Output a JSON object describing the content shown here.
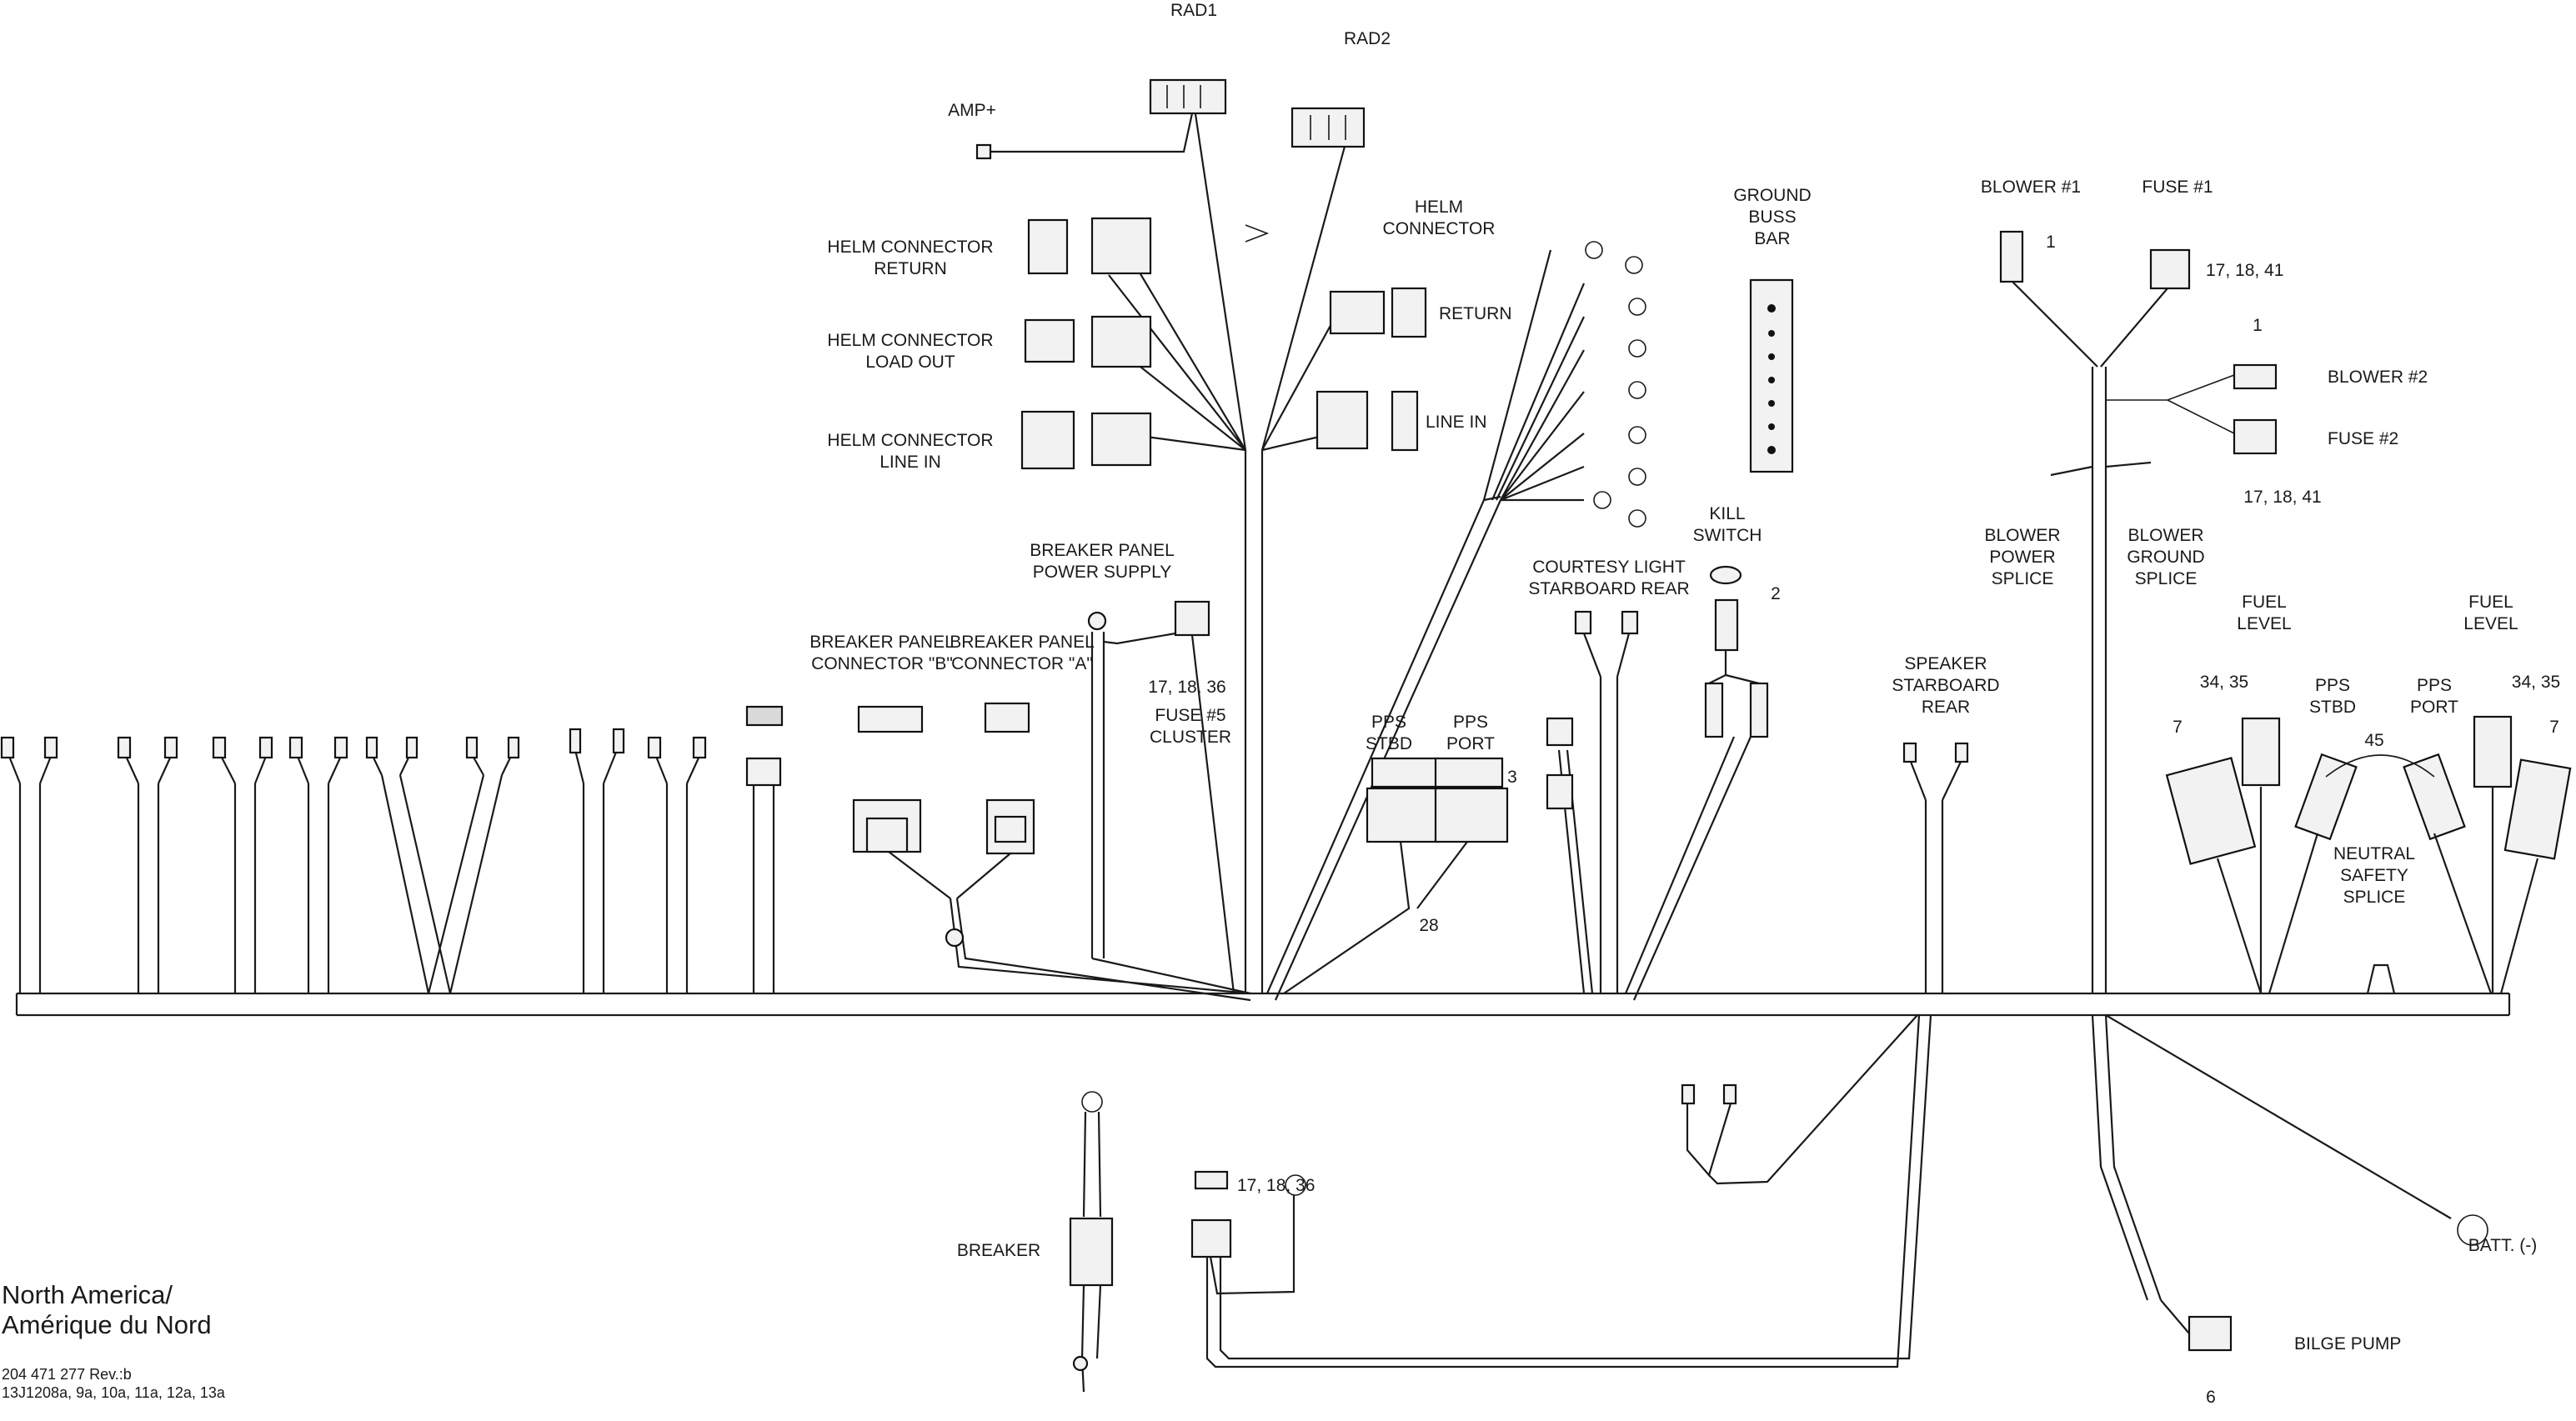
{
  "labels": {
    "rad1": "RAD1",
    "rad2": "RAD2",
    "amp": "AMP+",
    "helm_return": "HELM CONNECTOR\nRETURN",
    "helm_load_out": "HELM CONNECTOR\nLOAD OUT",
    "helm_line_in": "HELM CONNECTOR\nLINE IN",
    "helm_connector": "HELM\nCONNECTOR",
    "return": "RETURN",
    "line_in": "LINE IN",
    "ground_buss_bar": "GROUND\nBUSS\nBAR",
    "blower1": "BLOWER #1",
    "fuse1": "FUSE #1",
    "blower2": "BLOWER #2",
    "fuse2": "FUSE #2",
    "blower_power_splice": "BLOWER\nPOWER\nSPLICE",
    "blower_ground_splice": "BLOWER\nGROUND\nSPLICE",
    "breaker_power_supply": "BREAKER PANEL\nPOWER SUPPLY",
    "breaker_conn_b": "BREAKER PANEL\nCONNECTOR \"B\"",
    "breaker_conn_a": "BREAKER PANEL\nCONNECTOR \"A\"",
    "fuse5_cluster": "FUSE #5\nCLUSTER",
    "courtesy_light": "COURTESY LIGHT\nSTARBOARD REAR",
    "kill_switch": "KILL\nSWITCH",
    "pps_stbd": "PPS\nSTBD",
    "pps_port": "PPS\nPORT",
    "speaker_stbd_rear": "SPEAKER\nSTARBOARD\nREAR",
    "fuel_level": "FUEL\nLEVEL",
    "neutral_safety_splice": "NEUTRAL\nSAFETY\nSPLICE",
    "breaker": "BREAKER",
    "batt_neg": "BATT. (-)",
    "bilge_pump": "BILGE PUMP",
    "region": "North America/\nAmérique du Nord",
    "part_number": "204 471 277 Rev.:b",
    "drawing_refs": "13J1208a, 9a, 10a, 11a, 12a, 13a"
  },
  "callouts": {
    "n1": "1",
    "n2": "2",
    "n3": "3",
    "n6": "6",
    "n7": "7",
    "n28": "28",
    "n45": "45",
    "n3435": "34, 35",
    "n171841": "17, 18, 41",
    "n171836": "17, 18, 36"
  }
}
